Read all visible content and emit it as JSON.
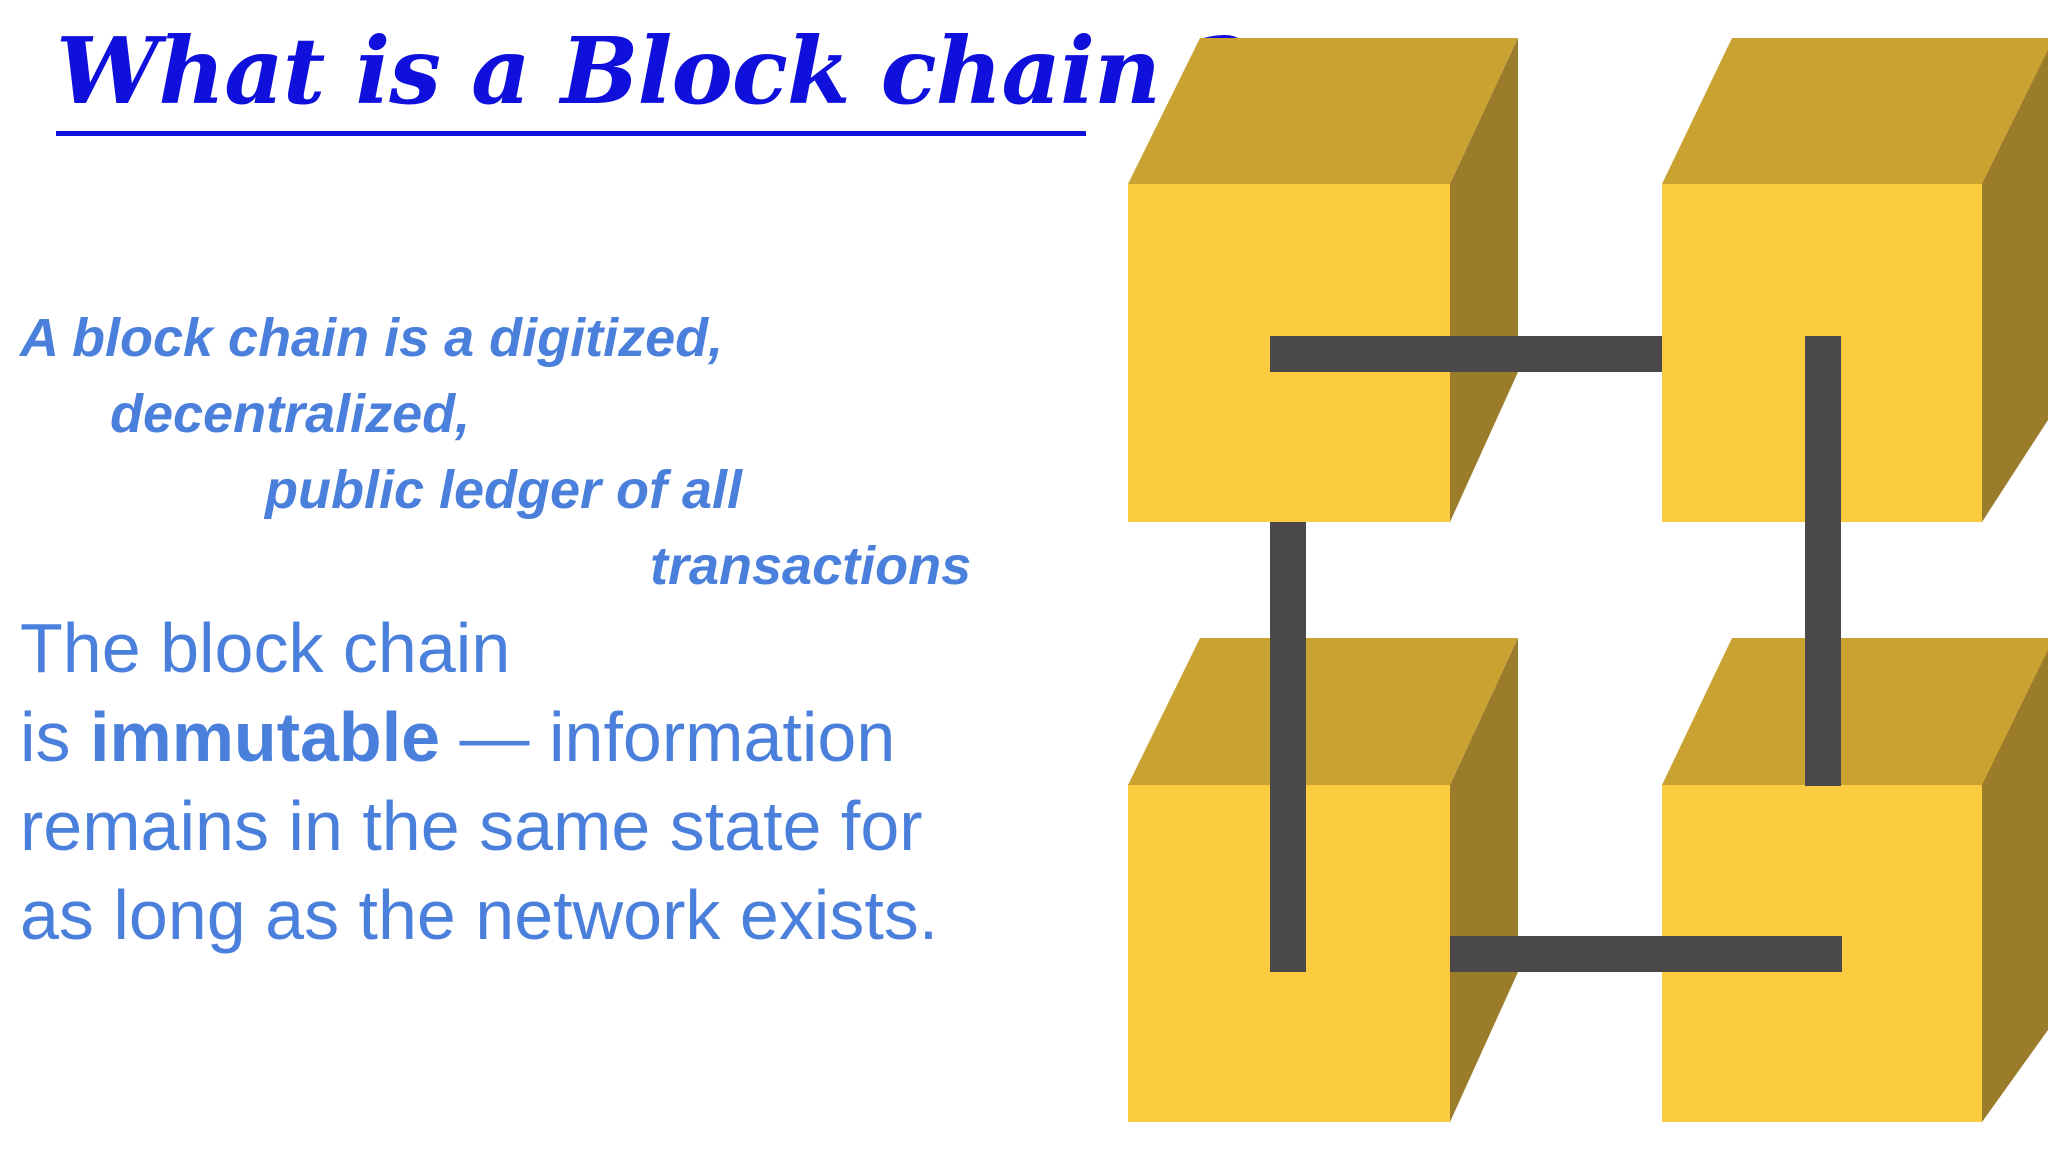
{
  "slide": {
    "title": "What is a Block chain ?",
    "definition": {
      "line1": "A block chain is a digitized,",
      "line2": "decentralized,",
      "line3": "public ledger of all",
      "line4": "transactions"
    },
    "body": {
      "line1": "The block chain",
      "prefix": "is ",
      "emphasis": "immutable",
      "suffix": " — information",
      "line3": "remains in the same state for",
      "line4": "as long as the network exists."
    }
  },
  "colors": {
    "title": "#1010dd",
    "text": "#4a80dc",
    "cube_front": "#fbcb40",
    "cube_top": "#c9a232",
    "cube_side": "#9a7c2b",
    "link": "#4a4848"
  },
  "illustration": {
    "icon": "blockchain-cubes-icon",
    "blocks": 4,
    "links": 4
  }
}
